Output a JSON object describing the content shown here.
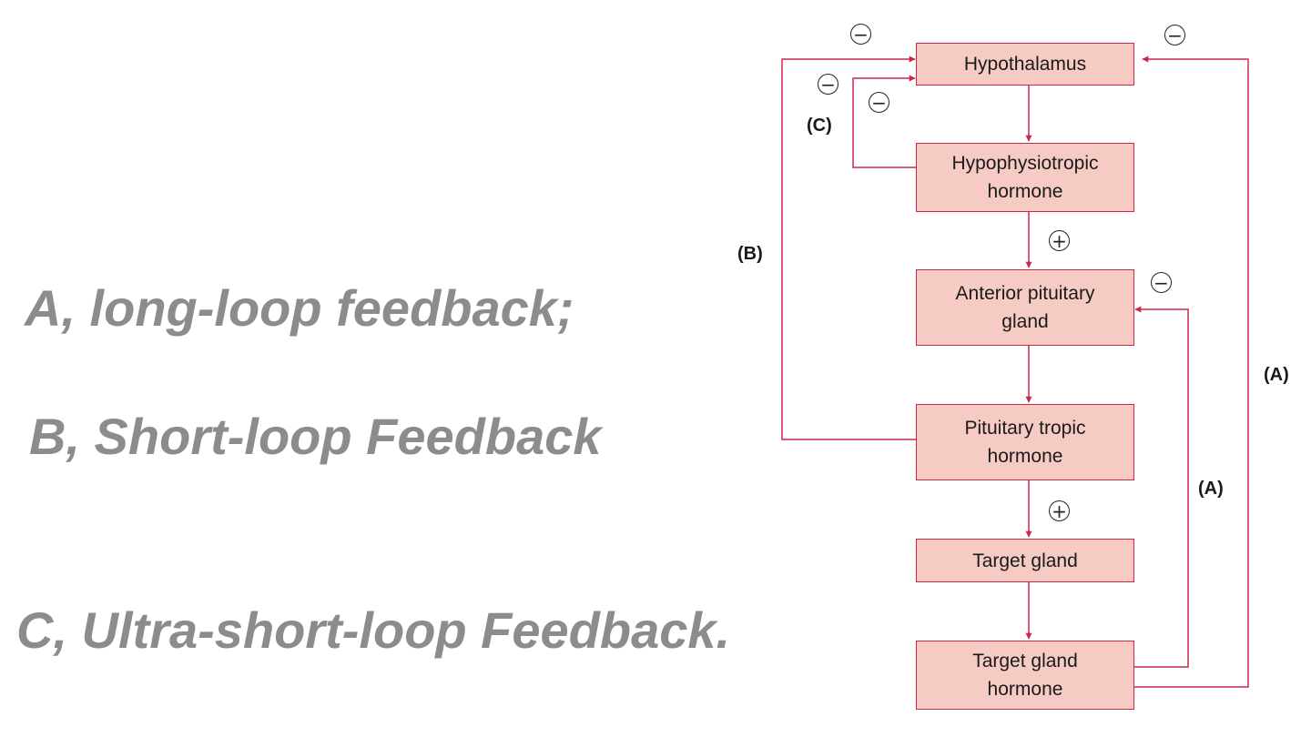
{
  "legend": {
    "a": "A, long-loop feedback;",
    "b": "B, Short-loop Feedback",
    "c": "C, Ultra-short-loop Feedback."
  },
  "diagram": {
    "boxes": {
      "hypothalamus": [
        "Hypothalamus"
      ],
      "hypophysiotropic_hormone": [
        "Hypophysiotropic",
        "hormone"
      ],
      "anterior_pituitary_gland": [
        "Anterior pituitary",
        "gland"
      ],
      "pituitary_tropic_hormone": [
        "Pituitary tropic",
        "hormone"
      ],
      "target_gland": [
        "Target gland"
      ],
      "target_gland_hormone": [
        "Target gland",
        "hormone"
      ]
    },
    "loop_labels": {
      "a": "(A)",
      "b": "(B)",
      "c": "(C)"
    },
    "signs": {
      "negative": "−",
      "positive": "+"
    }
  },
  "colors": {
    "box_fill": "#f6cbc3",
    "line": "#c8284a",
    "legend_text": "#8c8c8c"
  }
}
